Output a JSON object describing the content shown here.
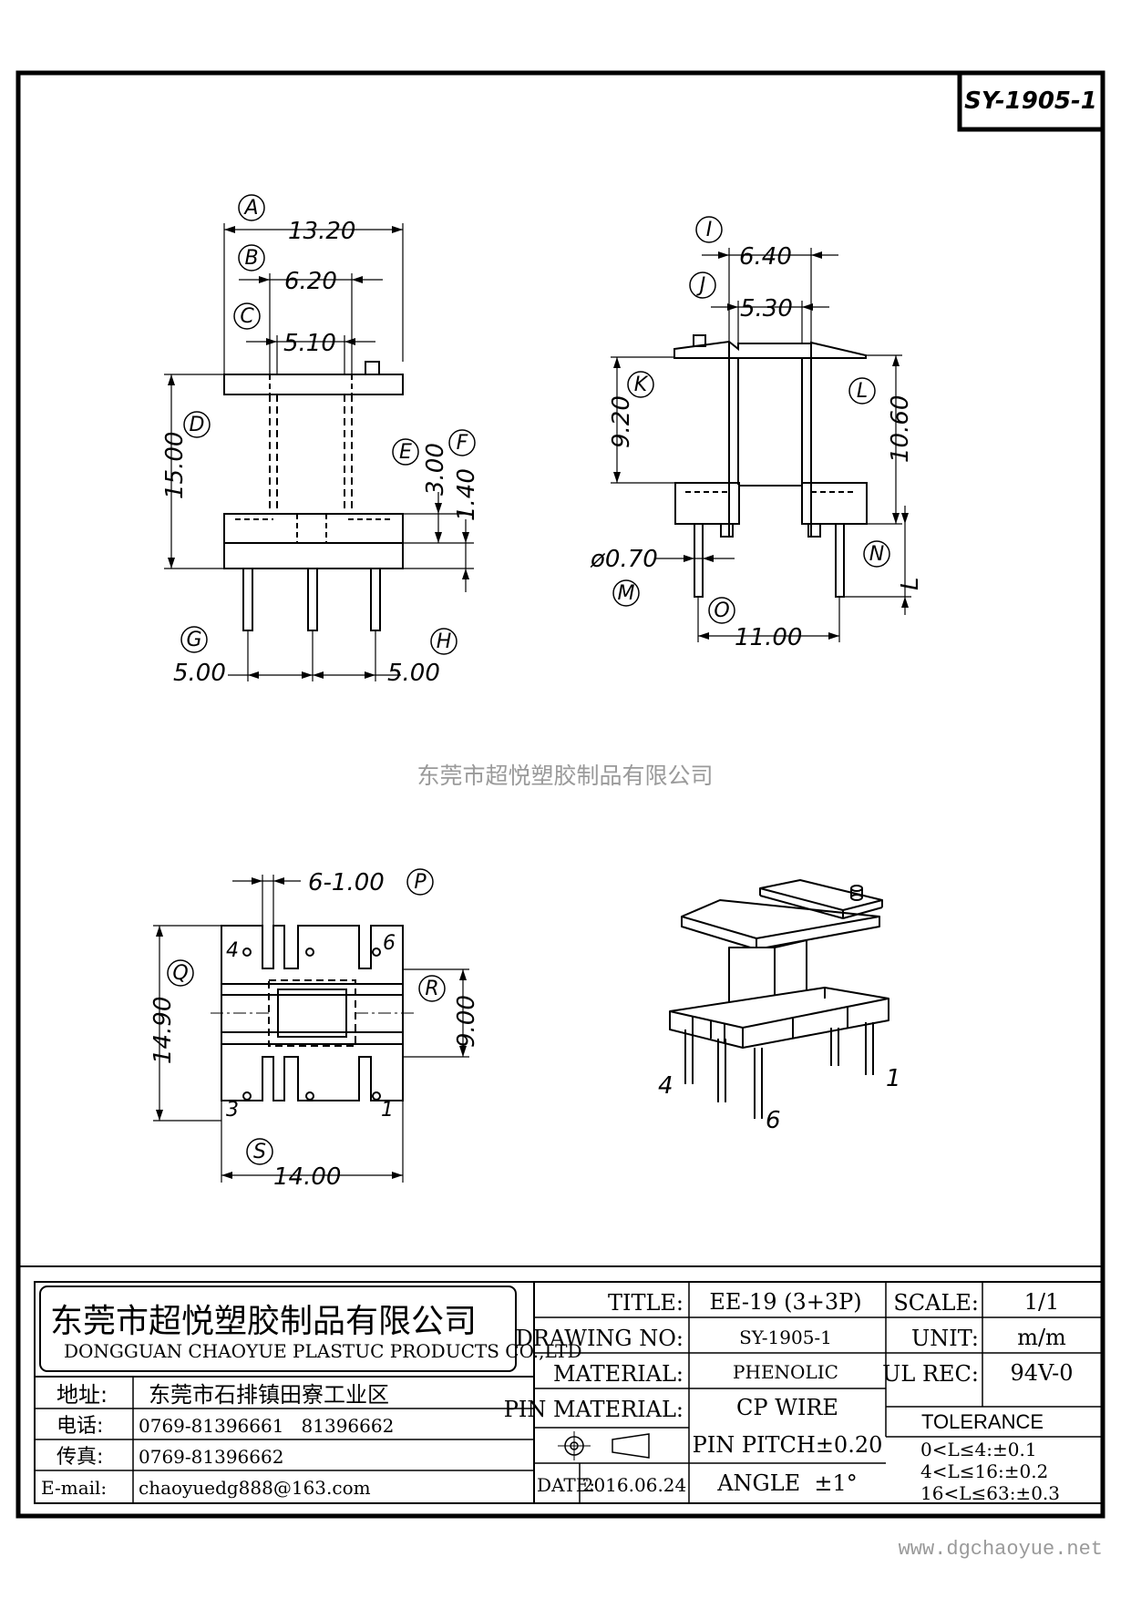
{
  "drawing_id": "SY-1905-1",
  "watermark": "东莞市超悦塑胶制品有限公司",
  "website": "www.dgchaoyue.net",
  "dims": {
    "A": "13.20",
    "B": "6.20",
    "C": "5.10",
    "D": "15.00",
    "E": "3.00",
    "F": "1.40",
    "G": "5.00",
    "H": "5.00",
    "I": "6.40",
    "J": "5.30",
    "K": "9.20",
    "L": "10.60",
    "M": "ø0.70",
    "N": "L",
    "O": "11.00",
    "P": "6-1.00",
    "Q": "14.90",
    "R": "9.00",
    "S": "14.00"
  },
  "balloons": [
    "A",
    "B",
    "C",
    "D",
    "E",
    "F",
    "G",
    "H",
    "I",
    "J",
    "K",
    "L",
    "M",
    "N",
    "O",
    "P",
    "Q",
    "R",
    "S"
  ],
  "pin_numbers_top": {
    "p4": "4",
    "p6": "6",
    "p3": "3",
    "p1": "1"
  },
  "pin_numbers_iso": {
    "p4": "4",
    "p6": "6",
    "p1": "1"
  },
  "title_block": {
    "company_cn": "东莞市超悦塑胶制品有限公司",
    "company_en": "DONGGUAN CHAOYUE PLASTUC PRODUCTS CO.,LTD",
    "address_label": "地址:",
    "address": "东莞市石排镇田寮工业区",
    "phone_label": "电话:",
    "phone": "0769-81396661   81396662",
    "fax_label": "传真:",
    "fax": "0769-81396662",
    "email_label": "E-mail:",
    "email": "chaoyuedg888@163.com",
    "title_label": "TITLE:",
    "title": "EE-19 (3+3P)",
    "drawing_no_label": "DRAWING NO:",
    "drawing_no": "SY-1905-1",
    "material_label": "MATERIAL:",
    "material": "PHENOLIC",
    "pin_material_label": "PIN MATERIAL:",
    "pin_material": "CP WIRE",
    "pin_pitch": "PIN PITCH±0.20",
    "angle": "ANGLE  ±1°",
    "date_label": "DATE:",
    "date": "2016.06.24",
    "scale_label": "SCALE:",
    "scale": "1/1",
    "unit_label": "UNIT:",
    "unit": "m/m",
    "ul_label": "UL REC:",
    "ul": "94V-0",
    "tolerance_label": "TOLERANCE",
    "tolerances": [
      "0<L≤4:±0.1",
      "4<L≤16:±0.2",
      "16<L≤63:±0.3"
    ]
  }
}
